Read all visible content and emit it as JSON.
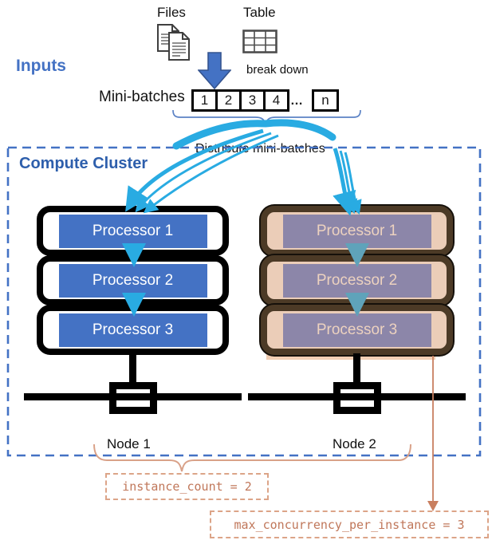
{
  "inputs": {
    "section_label": "Inputs",
    "files_label": "Files",
    "table_label": "Table",
    "break_down_label": "break down",
    "mini_batches_label": "Mini-batches",
    "batches": [
      "1",
      "2",
      "3",
      "4"
    ],
    "ellipsis": "…",
    "last_batch": "n"
  },
  "distribute_label": "Distribute mini-batches",
  "cluster": {
    "label": "Compute Cluster",
    "nodes": [
      {
        "label": "Node 1",
        "processors": [
          "Processor 1",
          "Processor 2",
          "Processor 3"
        ]
      },
      {
        "label": "Node 2",
        "processors": [
          "Processor 1",
          "Processor 2",
          "Processor 3"
        ]
      }
    ]
  },
  "annotations": {
    "instance_count": "instance_count = 2",
    "max_concurrency": "max_concurrency_per_instance = 3"
  },
  "icons": [
    "files-icon",
    "table-icon",
    "down-block-arrow-icon"
  ],
  "colors": {
    "accent_blue": "#4472C4",
    "title_blue": "#2E5FAC",
    "cyan_arrow": "#29ABE2",
    "node2_fill": "#EBCDB8",
    "node2_border": "#4C3A26",
    "node2_bar": "#8C86A9",
    "node2_bar_text": "#EDD2BF",
    "annotation_salmon": "#C0775A",
    "brace_salmon": "#D9A188"
  }
}
